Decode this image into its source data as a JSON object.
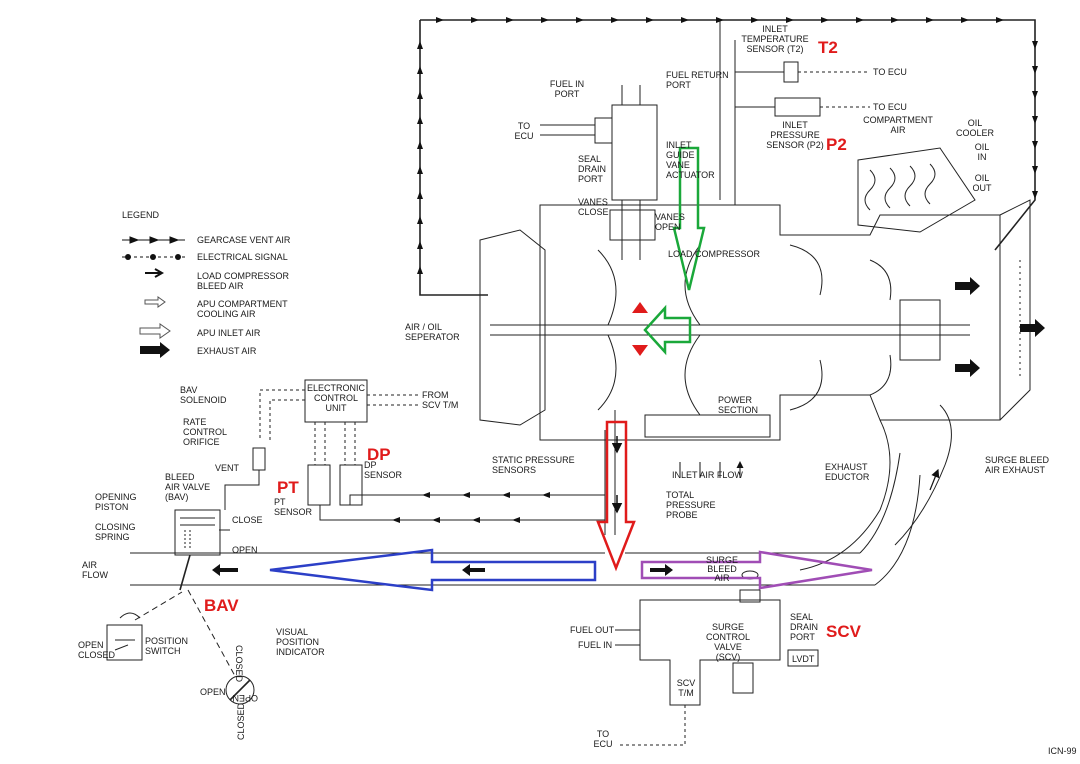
{
  "legend": {
    "title": "LEGEND",
    "items": [
      {
        "symbol": "gearcase-vent",
        "label_lines": [
          "GEARCASE VENT AIR"
        ]
      },
      {
        "symbol": "electrical",
        "label_lines": [
          "ELECTRICAL SIGNAL"
        ]
      },
      {
        "symbol": "load-bleed",
        "label_lines": [
          "LOAD COMPRESSOR",
          "BLEED AIR"
        ]
      },
      {
        "symbol": "compartment",
        "label_lines": [
          "APU COMPARTMENT",
          "COOLING AIR"
        ]
      },
      {
        "symbol": "inlet",
        "label_lines": [
          "APU INLET AIR"
        ]
      },
      {
        "symbol": "exhaust",
        "label_lines": [
          "EXHAUST AIR"
        ]
      }
    ]
  },
  "labels": {
    "inlet_temp": [
      "INLET",
      "TEMPERATURE",
      "SENSOR (T2)"
    ],
    "to_ecu": "TO ECU",
    "to_ecu_split": [
      "TO",
      "ECU"
    ],
    "fuel_in_port": [
      "FUEL IN",
      "PORT"
    ],
    "fuel_return_port": [
      "FUEL RETURN",
      "PORT"
    ],
    "inlet_pressure": [
      "INLET",
      "PRESSURE",
      "SENSOR (P2)"
    ],
    "compartment_air": [
      "COMPARTMENT",
      "AIR"
    ],
    "oil_cooler": [
      "OIL",
      "COOLER"
    ],
    "oil_in": [
      "OIL",
      "IN"
    ],
    "oil_out": [
      "OIL",
      "OUT"
    ],
    "seal_drain_port": [
      "SEAL",
      "DRAIN",
      "PORT"
    ],
    "igv_actuator": [
      "INLET",
      "GUIDE",
      "VANE",
      "ACTUATOR"
    ],
    "vanes_close": [
      "VANES",
      "CLOSE"
    ],
    "vanes_open": [
      "VANES",
      "OPEN"
    ],
    "load_compressor": "LOAD COMPRESSOR",
    "air_oil_separator": [
      "AIR / OIL",
      "SEPERATOR"
    ],
    "bav_solenoid": [
      "BAV",
      "SOLENOID"
    ],
    "ecu": [
      "ELECTRONIC",
      "CONTROL",
      "UNIT"
    ],
    "from_scv": [
      "FROM",
      "SCV T/M"
    ],
    "rate_orifice": [
      "RATE",
      "CONTROL",
      "ORIFICE"
    ],
    "vent": "VENT",
    "bleed_air_valve": [
      "BLEED",
      "AIR VALVE",
      "(BAV)"
    ],
    "opening_piston": [
      "OPENING",
      "PISTON"
    ],
    "closing_spring": [
      "CLOSING",
      "SPRING"
    ],
    "close": "CLOSE",
    "open": "OPEN",
    "pt_sensor": [
      "PT",
      "SENSOR"
    ],
    "dp_sensor": [
      "DP",
      "SENSOR"
    ],
    "static_pressure": [
      "STATIC PRESSURE",
      "SENSORS"
    ],
    "power_section": [
      "POWER",
      "SECTION"
    ],
    "inlet_air_flow": "INLET AIR FLOW",
    "exhaust_eductor": [
      "EXHAUST",
      "EDUCTOR"
    ],
    "surge_bleed_exhaust": [
      "SURGE BLEED",
      "AIR EXHAUST"
    ],
    "total_pressure": [
      "TOTAL",
      "PRESSURE",
      "PROBE"
    ],
    "air_flow": [
      "AIR",
      "FLOW"
    ],
    "surge_bleed_air": [
      "SURGE",
      "BLEED",
      "AIR"
    ],
    "fuel_out": "FUEL OUT",
    "fuel_in": "FUEL IN",
    "surge_valve": [
      "SURGE",
      "CONTROL",
      "VALVE",
      "(SCV)"
    ],
    "seal_drain_port2": [
      "SEAL",
      "DRAIN",
      "PORT"
    ],
    "lvdt": "LVDT",
    "scv_tm": [
      "SCV",
      "T/M"
    ],
    "position_switch": [
      "POSITION",
      "SWITCH"
    ],
    "open_closed_switch": [
      "OPEN",
      "CLOSED"
    ],
    "visual_indicator": [
      "VISUAL",
      "POSITION",
      "INDICATOR"
    ],
    "dial_open_left": "OPEN",
    "dial_open_right": "OPEN",
    "dial_closed_top": "CLOSED",
    "dial_closed_bottom": "CLOSED",
    "icn": "ICN-99"
  },
  "highlights": {
    "t2": "T2",
    "p2": "P2",
    "dp": "DP",
    "pt": "PT",
    "bav": "BAV",
    "scv": "SCV"
  },
  "colors": {
    "highlight_red": "#e01b1b",
    "arrow_green": "#1aa83a",
    "arrow_red": "#e01b1b",
    "arrow_blue": "#2c3fc7",
    "arrow_purple": "#a04db5"
  }
}
